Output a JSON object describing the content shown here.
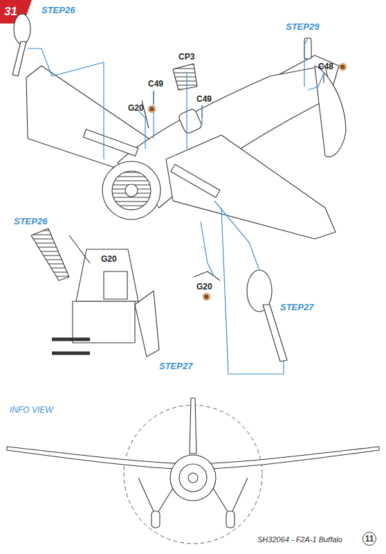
{
  "diagram": {
    "labels": [
      "31",
      "STEP26",
      "G20",
      "B",
      "C49",
      "CP3",
      "C49",
      "STEP29",
      "C48",
      "B",
      "STEP26",
      "G20",
      "G20",
      "B",
      "STEP27",
      "STEP27",
      "INFO VIEW",
      "SH32064 - F2A-1 Buffalo",
      "11"
    ]
  }
}
